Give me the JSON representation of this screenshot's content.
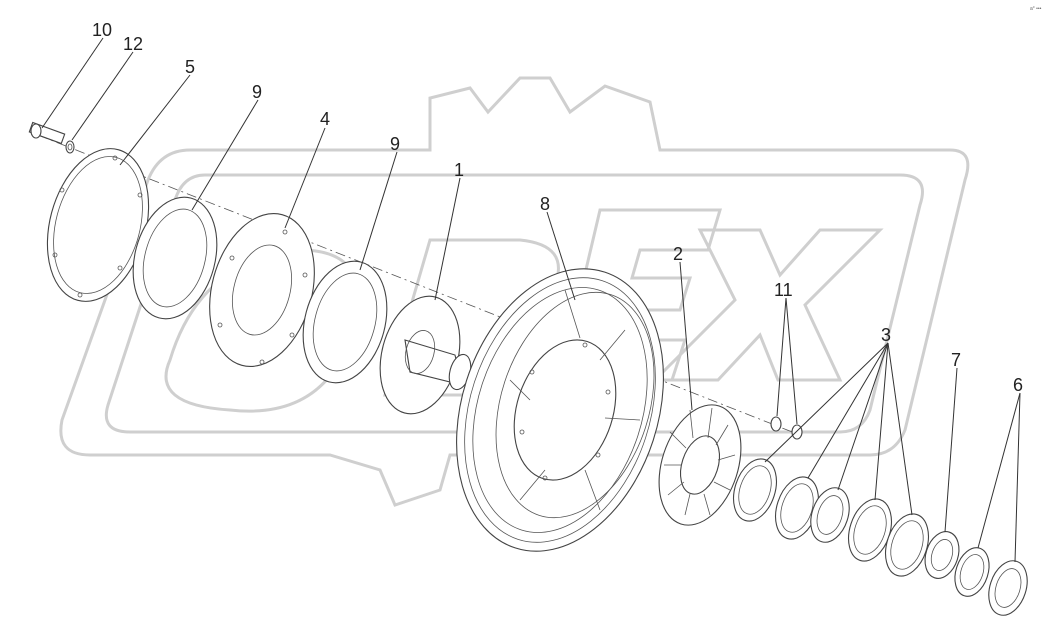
{
  "diagram": {
    "corner_mark": "a° •••",
    "labels": {
      "p10": "10",
      "p12": "12",
      "p5": "5",
      "p9a": "9",
      "p4": "4",
      "p9b": "9",
      "p1": "1",
      "p8": "8",
      "p2": "2",
      "p11": "11",
      "p3": "3",
      "p7": "7",
      "p6": "6"
    }
  }
}
